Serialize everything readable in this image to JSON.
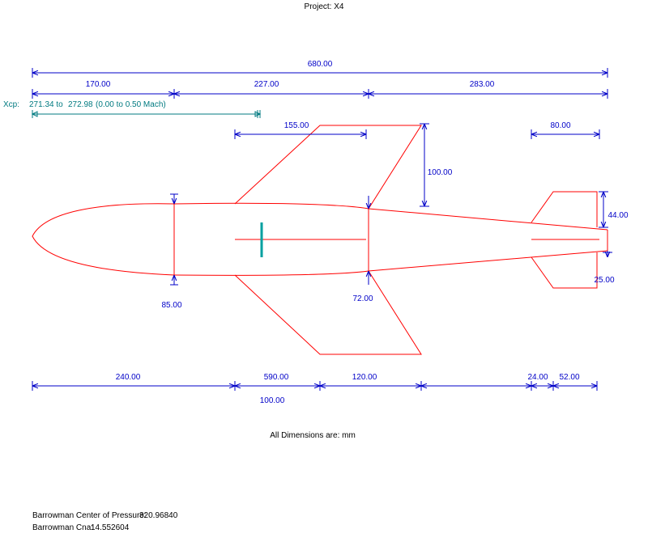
{
  "title": "Project: X4",
  "colors": {
    "outline": "#ff0000",
    "dimension": "#0000c8",
    "xcp": "#007a80",
    "cp_marker": "#00a0a0"
  },
  "top_dims": {
    "overall": "680.00",
    "seg1": "170.00",
    "seg2": "227.00",
    "seg3": "283.00"
  },
  "xcp": {
    "label": "Xcp:",
    "from": "271.34 to",
    "to": "272.98",
    "range": "(0.00  to 0.50 Mach)"
  },
  "fin_dims": {
    "wing_span_x": "155.00",
    "wing_height": "100.00",
    "tail_width": "80.00",
    "tail_height": "44.00",
    "tail_tip": "25.00"
  },
  "body_dims": {
    "front_dia": "85.00",
    "mid_dia": "72.00"
  },
  "bottom_dims": {
    "d1": "240.00",
    "d2": "590.00",
    "d3": "120.00",
    "d4": "24.00",
    "d5": "52.00",
    "d6": "100.00"
  },
  "units_note": "All Dimensions are: mm",
  "cp_label": "Barrowman Center of Pressure:",
  "cp_value": "320.96840",
  "cna_label": "Barrowman Cna:",
  "cna_value": "14.552604"
}
